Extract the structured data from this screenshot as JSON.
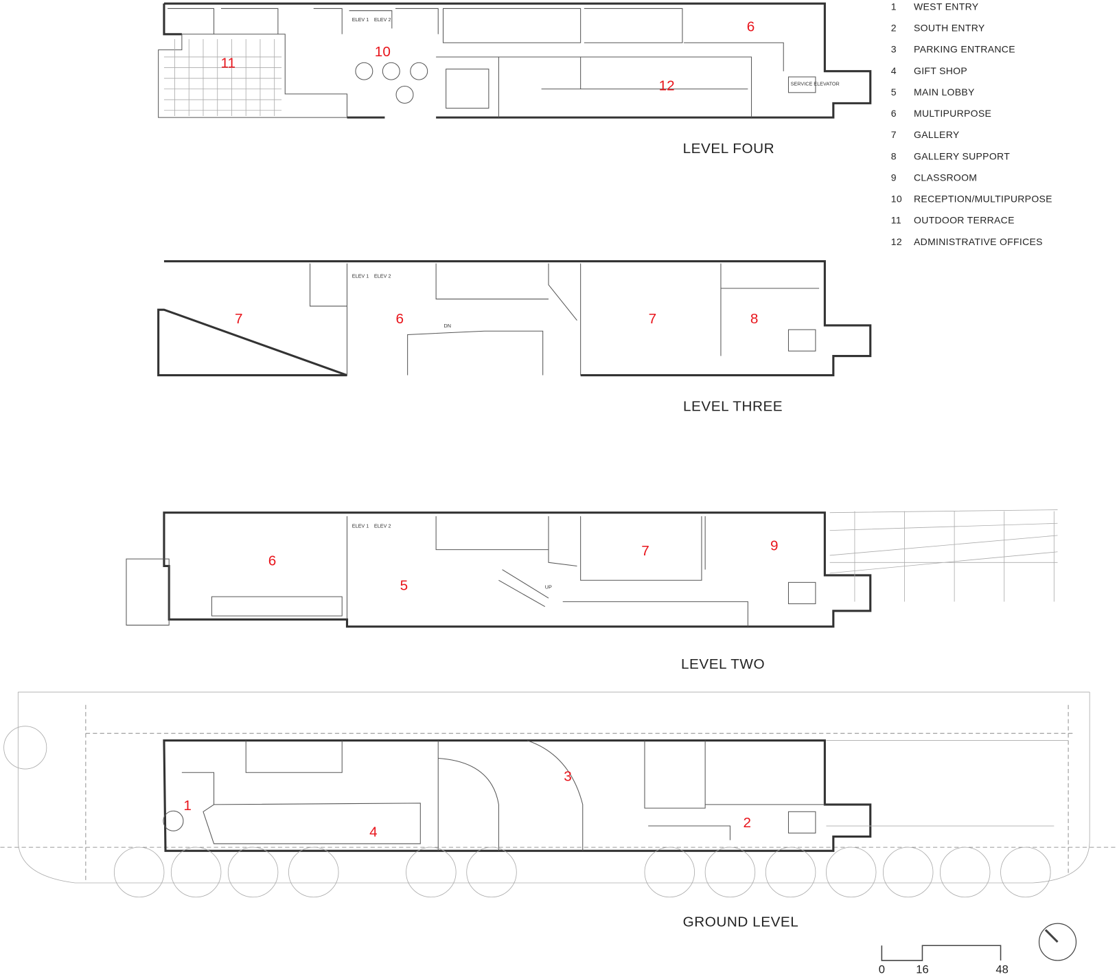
{
  "levels": {
    "four": {
      "title": "LEVEL FOUR",
      "rooms": [
        "11",
        "10",
        "12",
        "6"
      ]
    },
    "three": {
      "title": "LEVEL THREE",
      "rooms": [
        "7",
        "6",
        "7",
        "8"
      ]
    },
    "two": {
      "title": "LEVEL TWO",
      "rooms": [
        "6",
        "5",
        "7",
        "9"
      ]
    },
    "ground": {
      "title": "GROUND LEVEL",
      "rooms": [
        "1",
        "3",
        "4",
        "2"
      ]
    }
  },
  "plan_labels": {
    "elev1": "ELEV 1",
    "elev2": "ELEV 2",
    "service_elevator": "SERVICE ELEVATOR",
    "dn": "DN",
    "up": "UP"
  },
  "legend": [
    {
      "num": "1",
      "label": "WEST ENTRY"
    },
    {
      "num": "2",
      "label": "SOUTH ENTRY"
    },
    {
      "num": "3",
      "label": "PARKING ENTRANCE"
    },
    {
      "num": "4",
      "label": "GIFT SHOP"
    },
    {
      "num": "5",
      "label": "MAIN LOBBY"
    },
    {
      "num": "6",
      "label": "MULTIPURPOSE"
    },
    {
      "num": "7",
      "label": "GALLERY"
    },
    {
      "num": "8",
      "label": "GALLERY SUPPORT"
    },
    {
      "num": "9",
      "label": "CLASSROOM"
    },
    {
      "num": "10",
      "label": "RECEPTION/MULTIPURPOSE"
    },
    {
      "num": "11",
      "label": "OUTDOOR TERRACE"
    },
    {
      "num": "12",
      "label": "ADMINISTRATIVE OFFICES"
    }
  ],
  "scale_bar": {
    "ticks": [
      "0",
      "16",
      "48"
    ]
  },
  "colors": {
    "room_label": "#e8141b",
    "wall": "#333333"
  }
}
